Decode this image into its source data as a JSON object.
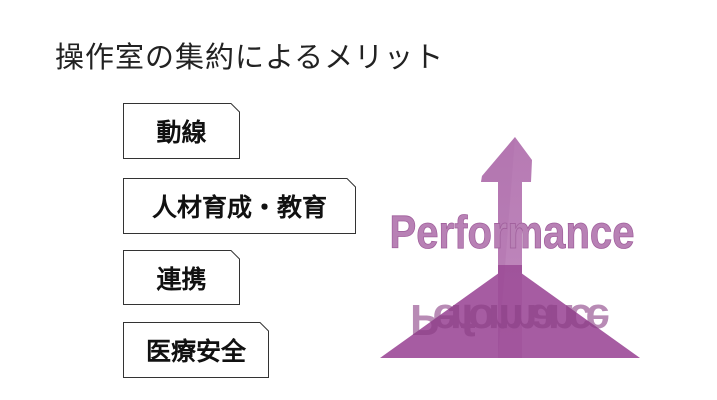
{
  "slide": {
    "title": "操作室の集約によるメリット",
    "items": [
      {
        "label": "動線"
      },
      {
        "label": "人材育成・教育"
      },
      {
        "label": "連携"
      },
      {
        "label": "医療安全"
      }
    ],
    "graphic": {
      "word": "Performance",
      "color": "#a0509a"
    }
  }
}
